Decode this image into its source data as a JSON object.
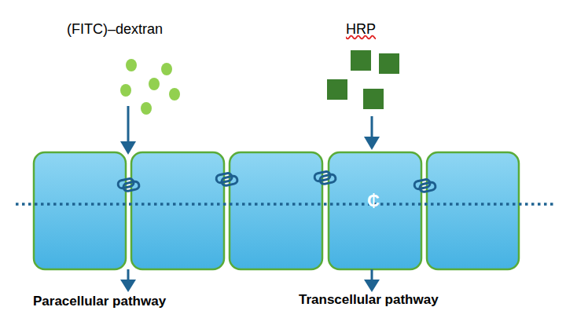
{
  "diagram": {
    "labels": [
      "(FITC)–dextran",
      "HRP",
      "₵",
      "Paracellular pathway",
      "Transcellular pathway"
    ]
  }
}
